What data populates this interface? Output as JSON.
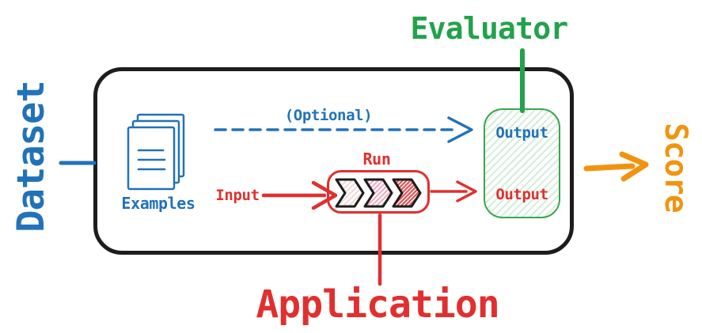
{
  "dataset": {
    "label": "Dataset"
  },
  "examples": {
    "label": "Examples"
  },
  "optional_path": {
    "label": "(Optional)"
  },
  "application": {
    "label": "Application",
    "input_label": "Input",
    "run_label": "Run"
  },
  "evaluator": {
    "label": "Evaluator",
    "reference_output_label": "Output",
    "app_output_label": "Output"
  },
  "score": {
    "label": "Score"
  },
  "icons": {
    "documents": "documents-icon",
    "pipeline": "pipeline-chevrons-icon",
    "optional_arrow": "dashed-arrow-icon",
    "input_arrow": "arrow-right-icon",
    "run_output_arrow": "arrow-right-icon",
    "score_arrow": "arrow-right-icon"
  },
  "colors": {
    "blue": "#2272b8",
    "green": "#23a24b",
    "green-border": "#3aa54e",
    "green-hatch": "#d5ecda",
    "red": "#e12f2f",
    "orange": "#f09410",
    "ink": "#1d1d1d",
    "hatch-light": "#eed6d4",
    "hatch-pink": "#f2a8be",
    "hatch-red": "#e25252"
  }
}
